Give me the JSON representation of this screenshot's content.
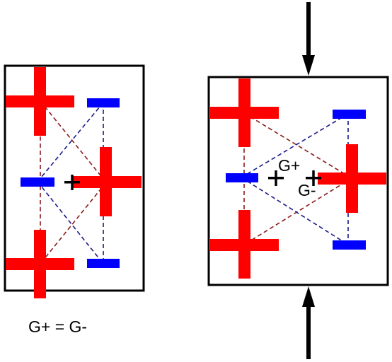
{
  "labels": {
    "equality": "G+ = G-",
    "g_plus": "G+",
    "g_minus": "G-"
  },
  "colors": {
    "positive_charge": "#ff0000",
    "negative_charge": "#0000ff",
    "positive_link": "#8b1a1a",
    "negative_link": "#1a1a8b",
    "outline": "#000000"
  }
}
